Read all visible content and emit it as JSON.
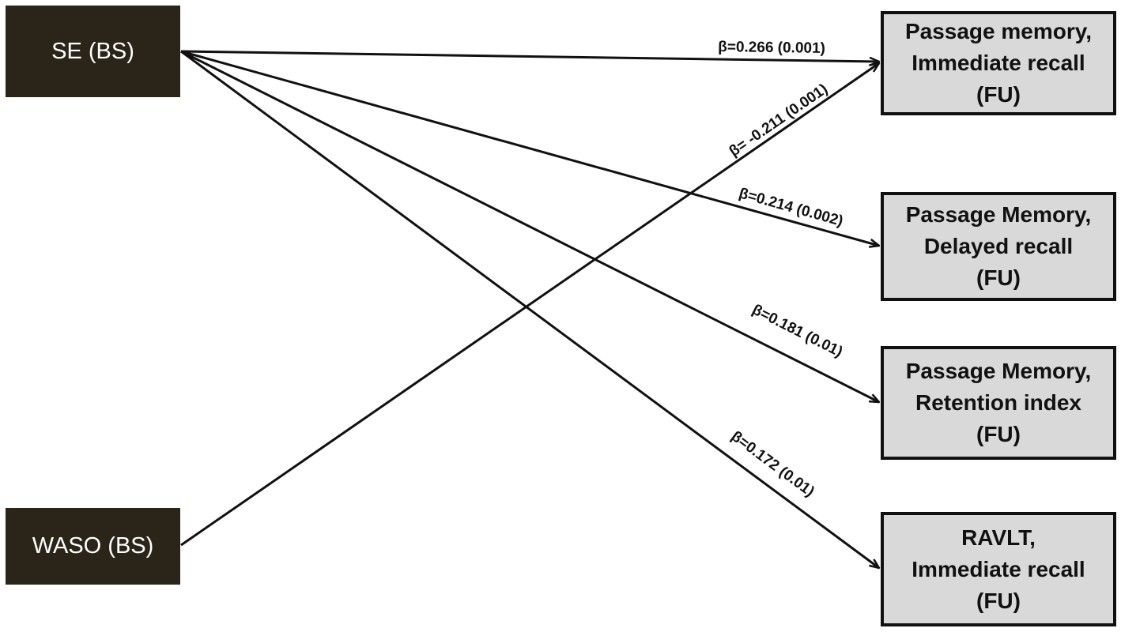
{
  "sources": [
    {
      "id": "se",
      "label": "SE (BS)"
    },
    {
      "id": "waso",
      "label": "WASO (BS)"
    }
  ],
  "targets": [
    {
      "id": "pm_imm",
      "lines": [
        "Passage memory,",
        "Immediate recall",
        "(FU)"
      ]
    },
    {
      "id": "pm_del",
      "lines": [
        "Passage Memory,",
        "Delayed recall",
        "(FU)"
      ]
    },
    {
      "id": "pm_ret",
      "lines": [
        "Passage Memory,",
        "Retention index",
        "(FU)"
      ]
    },
    {
      "id": "ravlt",
      "lines": [
        "RAVLT,",
        "Immediate recall",
        "(FU)"
      ]
    }
  ],
  "edges": [
    {
      "from": "se",
      "to": "pm_imm",
      "label": "β=0.266 (0.001)"
    },
    {
      "from": "waso",
      "to": "pm_imm",
      "label": "β= -0.211 (0.001)"
    },
    {
      "from": "se",
      "to": "pm_del",
      "label": "β=0.214 (0.002)"
    },
    {
      "from": "se",
      "to": "pm_ret",
      "label": "β=0.181 (0.01)"
    },
    {
      "from": "se",
      "to": "ravlt",
      "label": "β=0.172 (0.01)"
    }
  ],
  "colors": {
    "source_fill": "#2b2519",
    "target_fill": "#d9d9d9",
    "line": "#111111"
  }
}
